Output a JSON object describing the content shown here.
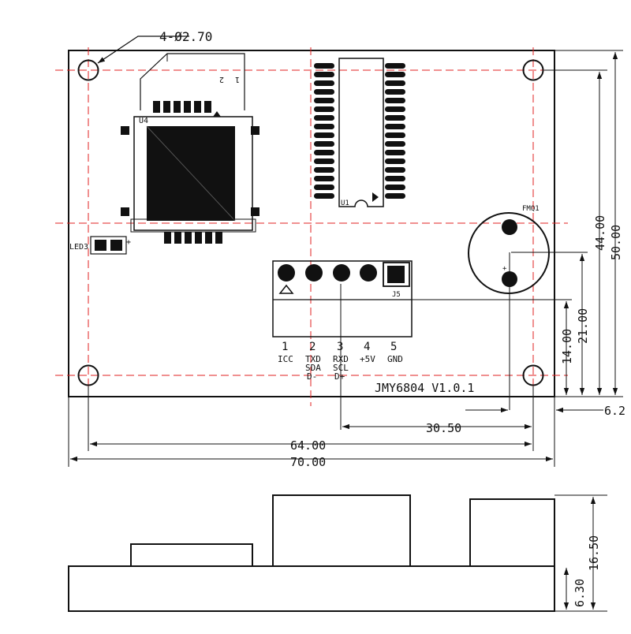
{
  "board": {
    "model_label": "JMY6804  V1.0.1",
    "hole_callout": "4-Ø2.70"
  },
  "components": {
    "u4": "U4",
    "u1": "U1",
    "j5": "J5",
    "led3": "LED3",
    "fmq1": "FMQ1",
    "plus": "+",
    "plus_led": "+",
    "slot_num_1": "1",
    "slot_num_2": "2"
  },
  "connector": {
    "pins": [
      {
        "num": "1",
        "line1": "ICC",
        "line2": "",
        "line3": ""
      },
      {
        "num": "2",
        "line1": "TXD",
        "line2": "SDA",
        "line3": "D-"
      },
      {
        "num": "3",
        "line1": "RXD",
        "line2": "SCL",
        "line3": "D+"
      },
      {
        "num": "4",
        "line1": "+5V",
        "line2": "",
        "line3": ""
      },
      {
        "num": "5",
        "line1": "GND",
        "line2": "",
        "line3": ""
      }
    ]
  },
  "dimensions": {
    "width_total": "70.00",
    "hole_spacing_x": "64.00",
    "buzzer_x": "30.50",
    "edge_offset": "6.2",
    "height_total": "50.00",
    "hole_spacing_y": "44.00",
    "buzzer_y": "21.00",
    "connector_y": "14.00",
    "side_total_height": "16.50",
    "side_board_height": "6.30"
  }
}
